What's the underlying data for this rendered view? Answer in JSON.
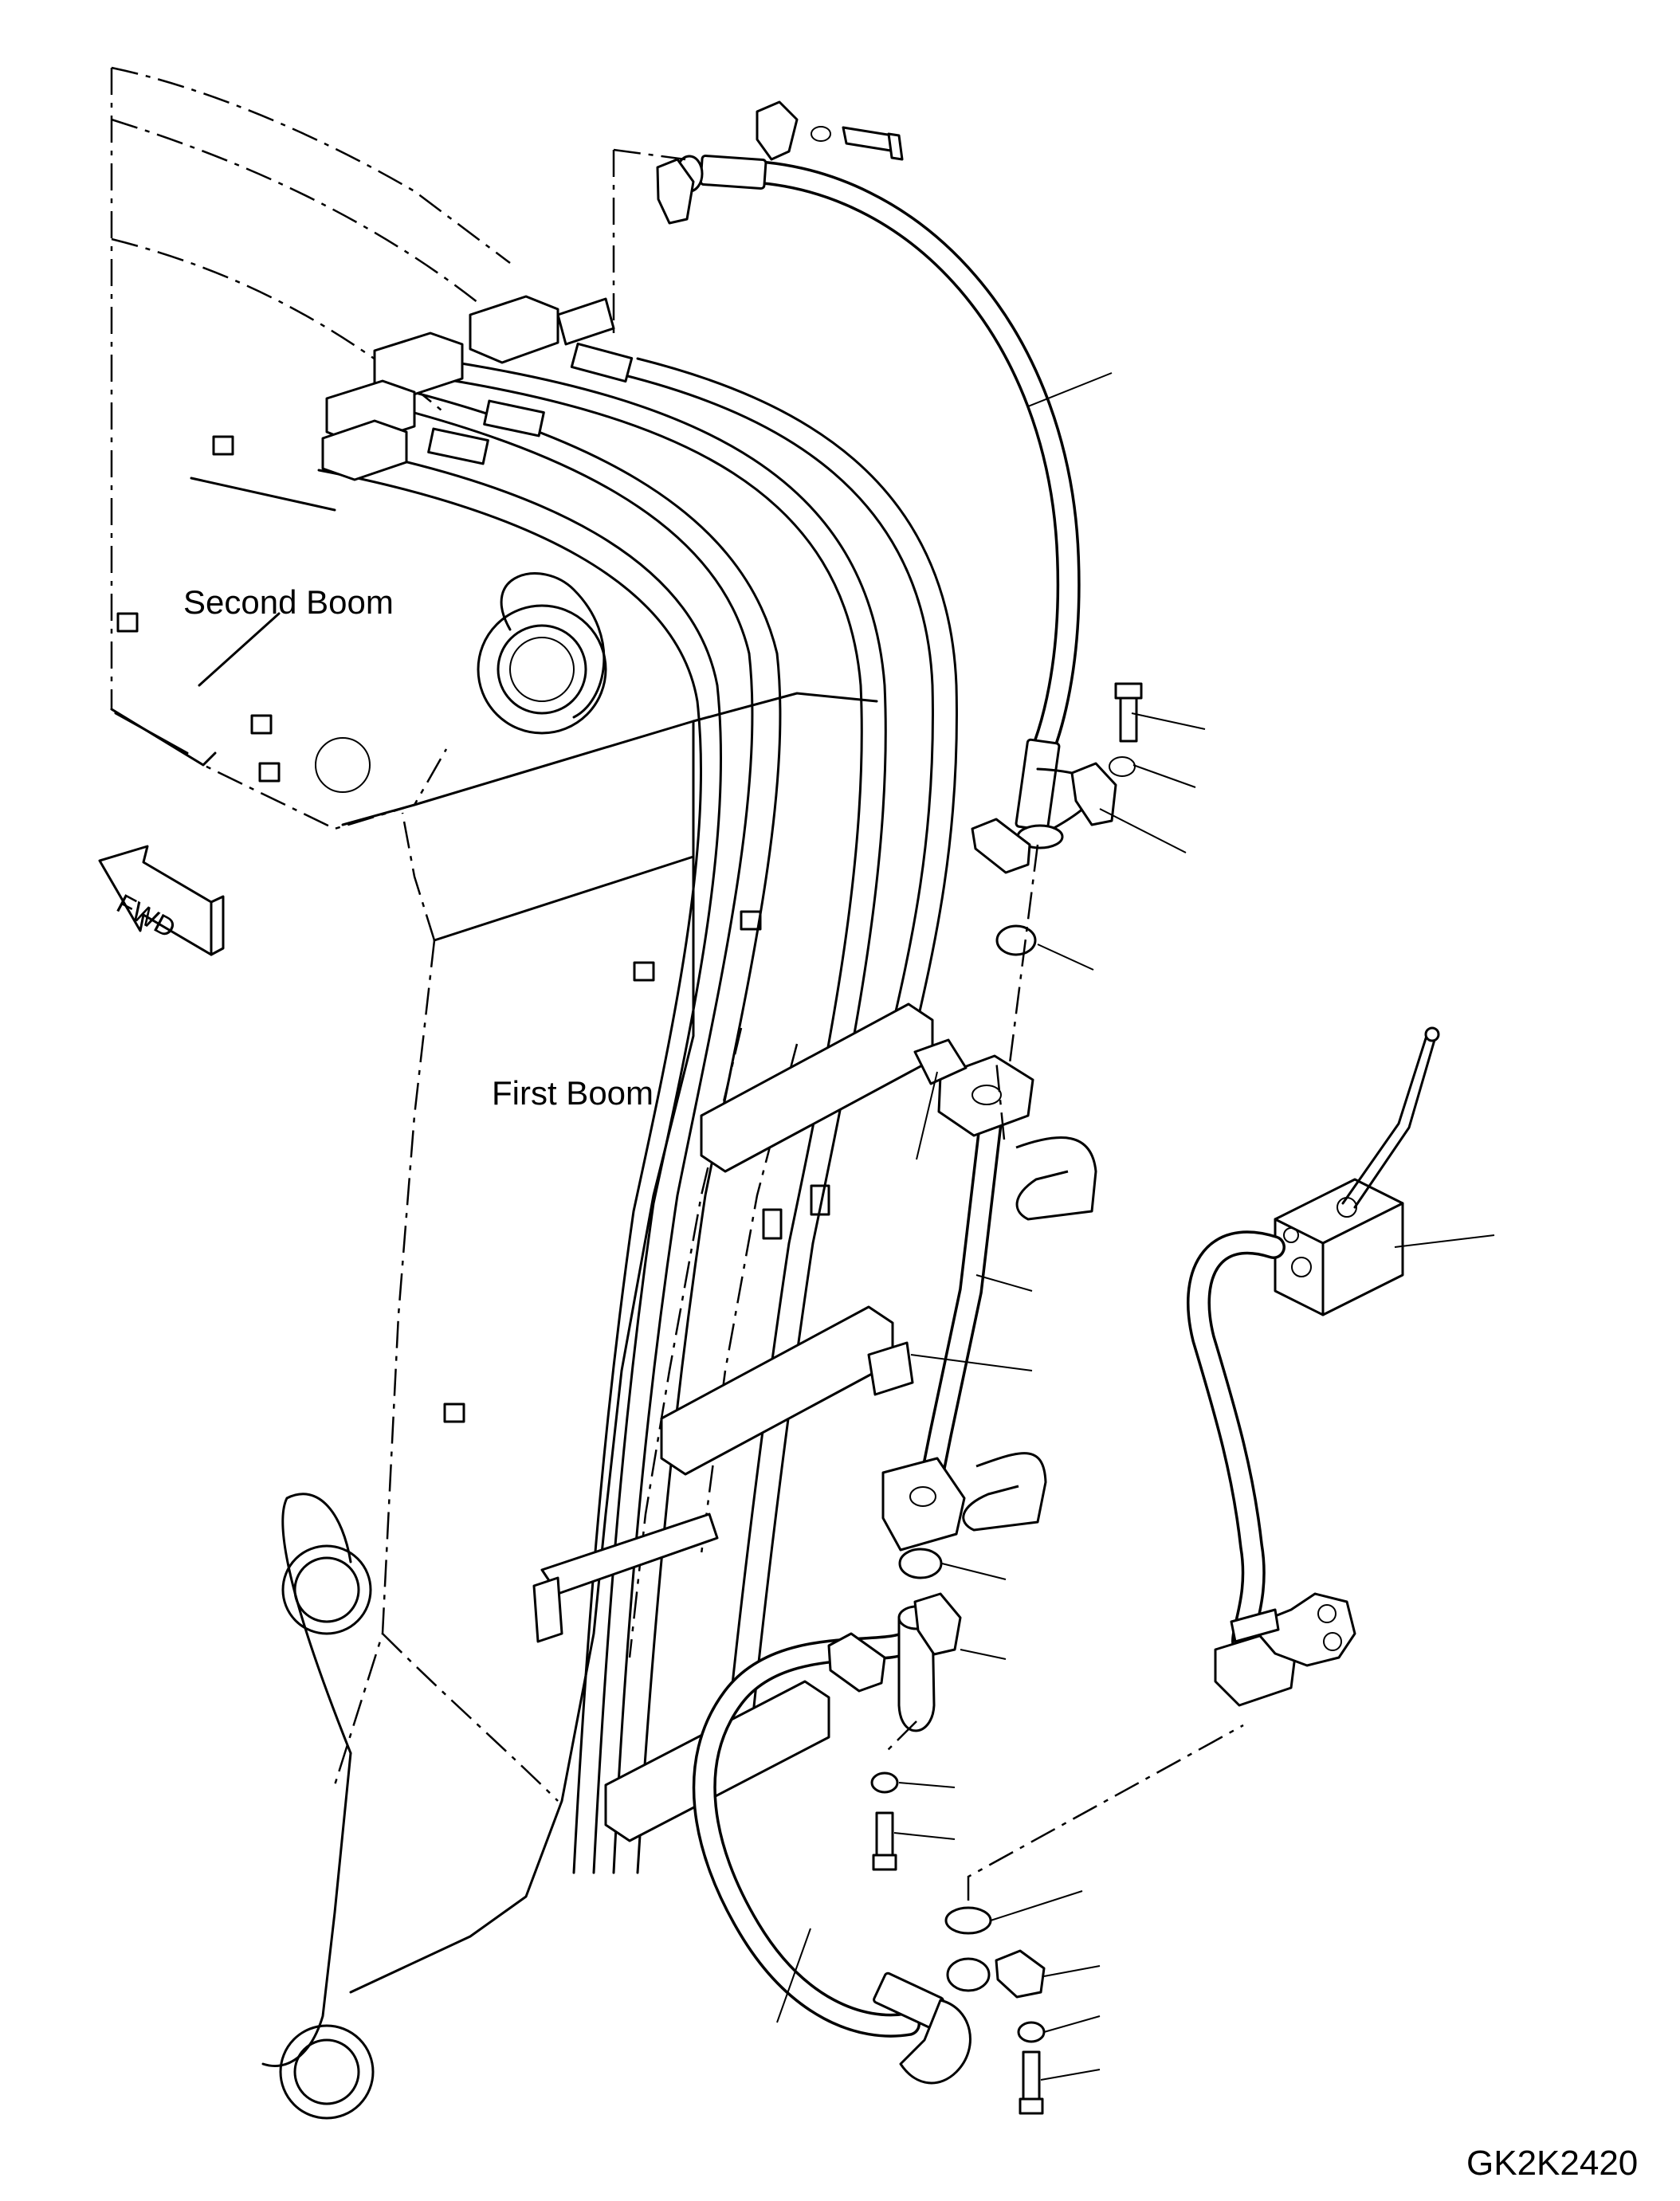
{
  "labels": {
    "second_boom": "Second Boom",
    "first_boom": "First Boom",
    "direction": "FWD",
    "drawing_code": "GK2K2420"
  },
  "colors": {
    "line": "#000000",
    "background": "#ffffff"
  }
}
